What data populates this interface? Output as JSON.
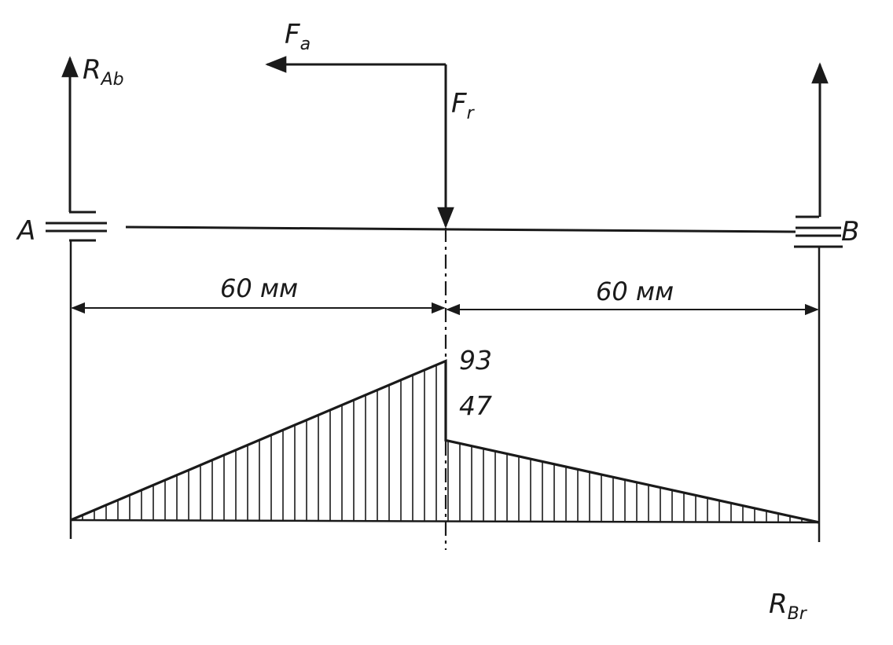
{
  "labels": {
    "support_a": "A",
    "support_b": "B",
    "reaction_a_main": "R",
    "reaction_a_sub": "Ab",
    "reaction_b_main": "R",
    "reaction_b_sub": "Br",
    "axial_force_main": "F",
    "axial_force_sub": "a",
    "radial_force_main": "F",
    "radial_force_sub": "r"
  },
  "dimensions": {
    "left_span": "60 мм",
    "right_span": "60 мм"
  },
  "moment_diagram": {
    "peak_left_label": "93",
    "peak_right_label": "47",
    "peak_left_value": 93,
    "peak_right_value": 47
  },
  "colors": {
    "ink": "#1a1a1a",
    "background": "#ffffff"
  }
}
